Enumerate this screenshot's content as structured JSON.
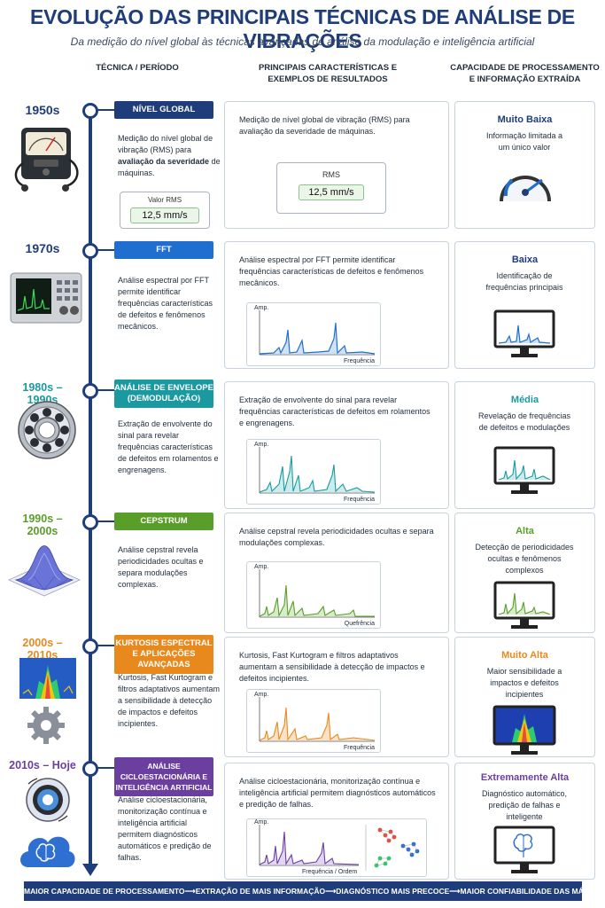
{
  "title": "EVOLUÇÃO DAS PRINCIPAIS TÉCNICAS DE ANÁLISE DE VIBRAÇÕES",
  "subtitle": "Da medição do nível global às técnicas avançadas de análise da modulação e inteligência artificial",
  "columns": {
    "col1": "TÉCNICA / PERÍODO",
    "col2a": "PRINCIPAIS CARACTERÍSTICAS E",
    "col2b": "EXEMPLOS DE RESULTADOS",
    "col3a": "CAPACIDADE DE PROCESSAMENTO",
    "col3b": "E INFORMAÇÃO EXTRAÍDA"
  },
  "rows": [
    {
      "year": "1950s",
      "color": "#1f3d7a",
      "tech_label": "NÍVEL GLOBAL",
      "tech_desc_a": "Medição do nível global de vibração (RMS) para",
      "tech_desc_b": "avaliação da severidade",
      "tech_desc_c": "de máquinas.",
      "rms_left_label": "Valor RMS",
      "rms_left_value": "12,5 mm/s",
      "card_text": "Medição de nível global de vibração (RMS) para avaliação da severidade de máquinas.",
      "rms_center_label": "RMS",
      "rms_center_value": "12,5 mm/s",
      "level": "Muito Baixa",
      "info": "Informação limitada a um único valor",
      "icon": "vibration-meter-icon"
    },
    {
      "year": "1970s",
      "color": "#1f6fd1",
      "tech_label": "FFT",
      "tech_desc": "Análise espectral por FFT permite identificar frequências características de defeitos e fenômenos mecânicos.",
      "card_text": "Análise espectral por FFT permite identificar frequências características de defeitos e fenômenos mecânicos.",
      "plot_ylabel": "Amp.",
      "plot_xlabel": "Frequência",
      "level": "Baixa",
      "info": "Identificação de frequências principais",
      "icon": "spectrum-analyzer-icon"
    },
    {
      "year": "1980s – 1990s",
      "color": "#1a9aa0",
      "tech_label": "ANÁLISE DE ENVELOPE (DEMODULAÇÃO)",
      "tech_desc": "Extração de envolvente do sinal para revelar frequências características de defeitos em rolamentos e engrenagens.",
      "card_text": "Extração de envolvente do sinal para revelar frequências características de defeitos em rolamentos e engrenagens.",
      "plot_ylabel": "Amp.",
      "plot_xlabel": "Frequência",
      "level": "Média",
      "info": "Revelação de frequências de defeitos e modulações",
      "icon": "bearing-icon"
    },
    {
      "year": "1990s – 2000s",
      "color": "#5a9e2a",
      "tech_label": "CEPSTRUM",
      "tech_desc": "Análise cepstral revela periodicidades ocultas e separa modulações complexas.",
      "card_text": "Análise cepstral revela periodicidades ocultas e separa modulações complexas.",
      "plot_ylabel": "Amp.",
      "plot_xlabel": "Quefrência",
      "level": "Alta",
      "info": "Detecção de periodicidades ocultas e fenômenos complexos",
      "icon": "surface-plot-icon"
    },
    {
      "year": "2000s – 2010s",
      "color": "#e8891d",
      "tech_label": "KURTOSIS ESPECTRAL E APLICAÇÕES AVANÇADAS",
      "tech_desc": "Kurtosis, Fast Kurtogram e filtros adaptativos aumentam a sensibilidade à detecção de impactos e defeitos incipientes.",
      "card_text": "Kurtosis, Fast Kurtogram e filtros adaptativos aumentam a sensibilidade à detecção de impactos e defeitos incipientes.",
      "plot_ylabel": "Amp.",
      "plot_xlabel": "Frequência",
      "level": "Muito Alta",
      "info": "Maior sensibilidade a impactos e defeitos incipientes",
      "icon": "kurtogram-gear-icon"
    },
    {
      "year": "2010s – Hoje",
      "color": "#6b3fa0",
      "tech_label": "ANÁLISE CICLOESTACIONÁRIA E INTELIGÊNCIA ARTIFICIAL",
      "tech_desc": "Análise cicloestacionária, monitorização contínua e inteligência artificial permitem diagnósticos automáticos e predição de falhas.",
      "card_text": "Análise cicloestacionária, monitorização contínua e inteligência artificial permitem diagnósticos automáticos e predição de falhas.",
      "plot_ylabel": "Amp.",
      "plot_xlabel": "Frequência / Ordem",
      "level": "Extremamente Alta",
      "info": "Diagnóstico automático, predição de falhas e inteligente",
      "icon": "cloud-brain-icon"
    }
  ],
  "footer": {
    "a": "MAIOR CAPACIDADE DE PROCESSAMENTO",
    "b": "EXTRAÇÃO DE MAIS INFORMAÇÃO",
    "c": "DIAGNÓSTICO MAIS PRECOCE",
    "d": "MAIOR CONFIABILIDADE DAS MÁQUINAS",
    "arrow": "⟶"
  }
}
